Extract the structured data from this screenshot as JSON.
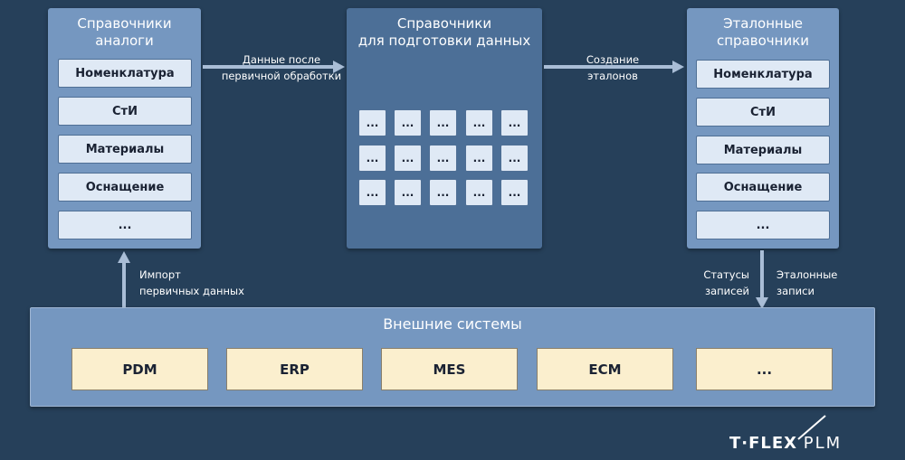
{
  "left_panel": {
    "title": "Справочники\nаналоги",
    "items": [
      "Номенклатура",
      "СтИ",
      "Материалы",
      "Оснащение",
      "..."
    ]
  },
  "middle_panel": {
    "title": "Справочники\nдля подготовки данных",
    "cells": [
      "...",
      "...",
      "...",
      "...",
      "...",
      "...",
      "...",
      "...",
      "...",
      "...",
      "...",
      "...",
      "...",
      "...",
      "..."
    ]
  },
  "right_panel": {
    "title": "Эталонные\nсправочники",
    "items": [
      "Номенклатура",
      "СтИ",
      "Материалы",
      "Оснащение",
      "..."
    ]
  },
  "arrows": {
    "left_to_middle": "Данные после\nпервичной обработки",
    "middle_to_right": "Создание\nэталонов",
    "import": "Импорт\nпервичных данных",
    "statuses": "Статусы\nзаписей",
    "reference_records": "Эталонные\nзаписи"
  },
  "external": {
    "title": "Внешние системы",
    "systems": [
      "PDM",
      "ERP",
      "MES",
      "ECM",
      "..."
    ]
  },
  "logo": {
    "brand": "T·FLEX",
    "product": "PLM"
  },
  "colors": {
    "background": "#26405a",
    "panel": "#7597c0",
    "middle_panel": "#4c6f97",
    "item": "#dfe9f5",
    "system": "#fbefce"
  }
}
